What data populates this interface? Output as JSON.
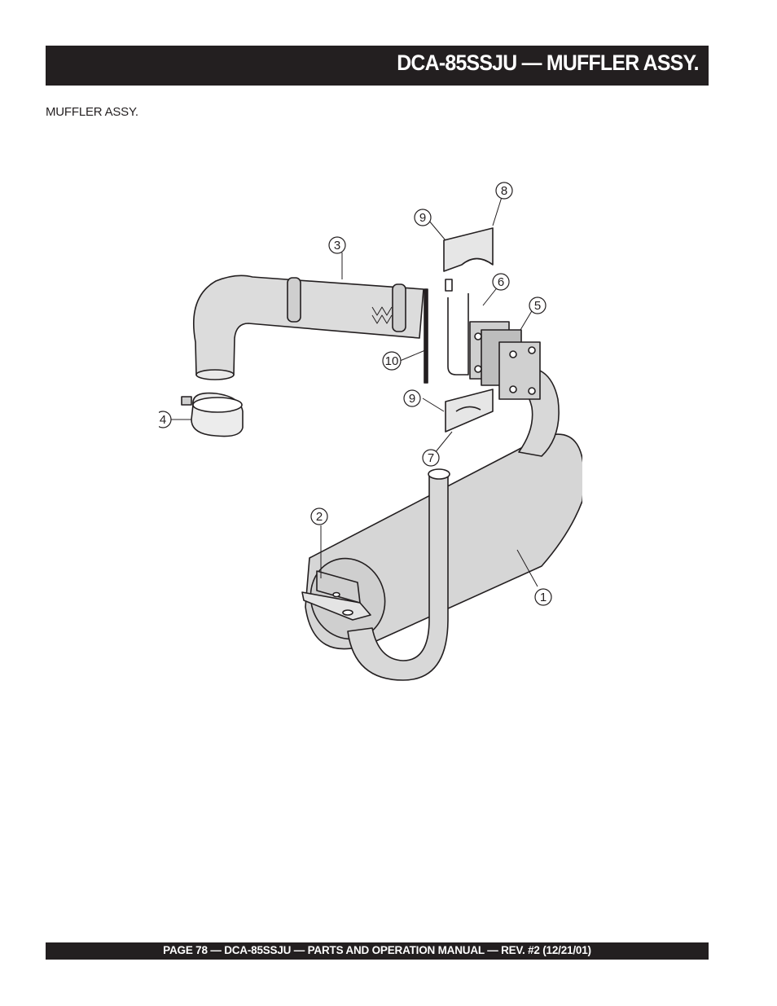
{
  "header": {
    "title": "DCA-85SSJU  — MUFFLER ASSY."
  },
  "subtitle": "MUFFLER ASSY.",
  "diagram": {
    "callouts": [
      "1",
      "2",
      "3",
      "4",
      "5",
      "6",
      "7",
      "8",
      "9",
      "9",
      "10"
    ]
  },
  "footer": {
    "text": "PAGE 78 — DCA-85SSJU — PARTS AND OPERATION MANUAL — REV. #2  (12/21/01)"
  },
  "colors": {
    "bar": "#231f20",
    "ink": "#231f20",
    "part_fill": "#d6d6d6"
  }
}
